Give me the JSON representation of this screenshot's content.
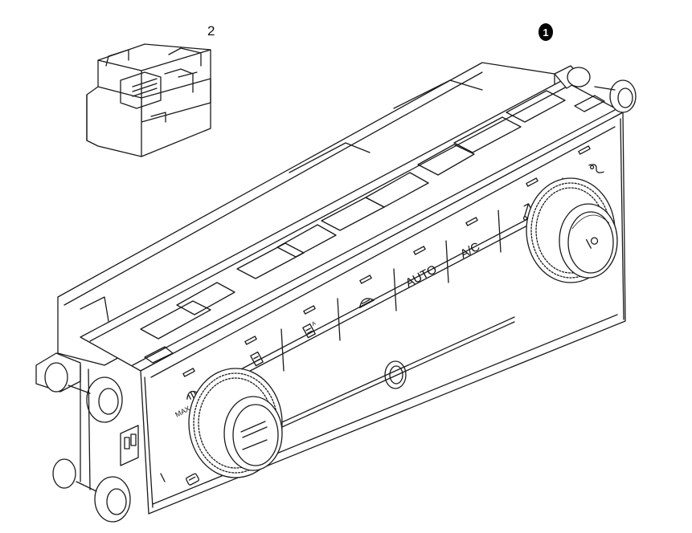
{
  "callouts": {
    "part_1": "1",
    "part_2": "2"
  },
  "panel_labels": {
    "auto": "AUTO",
    "ac": "A/C",
    "max": "MAX"
  },
  "colors": {
    "line": "#1a1a1a",
    "background": "#ffffff",
    "badge": "#000000"
  },
  "icons": [
    "max-defrost-icon",
    "rear-defrost-icon",
    "recirculation-icon",
    "seat-heat-icon",
    "fan-icon",
    "mode-icon",
    "temperature-icon"
  ]
}
